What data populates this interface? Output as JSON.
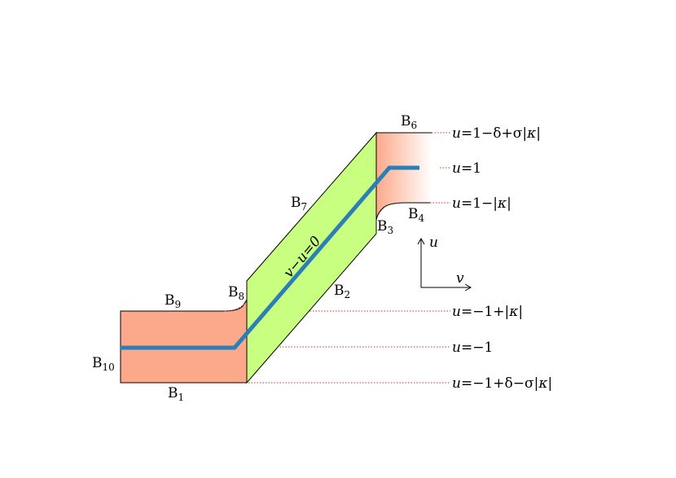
{
  "colors": {
    "salmon": "#fba98a",
    "green": "#c8ff80",
    "blue": "#2a7fb7",
    "blue_fade": "#a9cde6",
    "dotted": "#cc3333"
  },
  "labels": {
    "b1": {
      "base": "B",
      "sub": "1"
    },
    "b2": {
      "base": "B",
      "sub": "2"
    },
    "b3": {
      "base": "B",
      "sub": "3"
    },
    "b4": {
      "base": "B",
      "sub": "4"
    },
    "b6": {
      "base": "B",
      "sub": "6"
    },
    "b7": {
      "base": "B",
      "sub": "7"
    },
    "b8": {
      "base": "B",
      "sub": "8"
    },
    "b9": {
      "base": "B",
      "sub": "9"
    },
    "b10": {
      "base": "B",
      "sub": "10"
    }
  },
  "levels": {
    "top_outer": {
      "u": "u",
      "rest": "=1−δ+σ|",
      "k": "κ",
      "close": "|"
    },
    "top_mid": {
      "u": "u",
      "rest": "=1"
    },
    "top_inner": {
      "u": "u",
      "rest": "=1−|",
      "k": "κ",
      "close": "|"
    },
    "bot_inner": {
      "u": "u",
      "rest": "=−1+|",
      "k": "κ",
      "close": "|"
    },
    "bot_mid": {
      "u": "u",
      "rest": "=−1"
    },
    "bot_outer": {
      "u": "u",
      "rest": "=−1+δ−σ|",
      "k": "κ",
      "close": "|"
    }
  },
  "diagonal": "v−u=0",
  "axes": {
    "vertical": "u",
    "horizontal": "v"
  }
}
